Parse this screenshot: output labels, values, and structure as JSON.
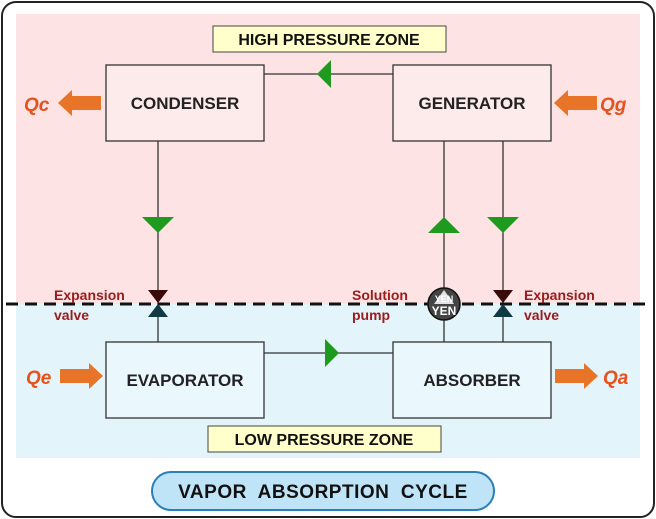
{
  "zones": {
    "high_label": "HIGH PRESSURE ZONE",
    "low_label": "LOW PRESSURE ZONE"
  },
  "components": {
    "condenser": "CONDENSER",
    "generator": "GENERATOR",
    "evaporator": "EVAPORATOR",
    "absorber": "ABSORBER"
  },
  "heat_flows": {
    "qc": "Qc",
    "qg": "Qg",
    "qe": "Qe",
    "qa": "Qa"
  },
  "valves": {
    "left_line1": "Expansion",
    "left_line2": "valve",
    "pump_line1": "Solution",
    "pump_line2": "pump",
    "right_line1": "Expansion",
    "right_line2": "valve",
    "pump_badge1": "YEN",
    "pump_badge2": "YEN"
  },
  "title": "VAPOR  ABSORPTION  CYCLE",
  "colors": {
    "high_zone_fill": "#fde3e3",
    "low_zone_fill": "#e3f4fb",
    "high_box_fill": "#fdeaea",
    "low_box_fill": "#eaf7fc",
    "arrow_green": "#1e9a1e",
    "heat_arrow": "#e87428",
    "q_text": "#e8501c",
    "valve_text": "#9a1c1c",
    "title_fill": "#bfe3f7",
    "title_stroke": "#2a7fb8"
  }
}
